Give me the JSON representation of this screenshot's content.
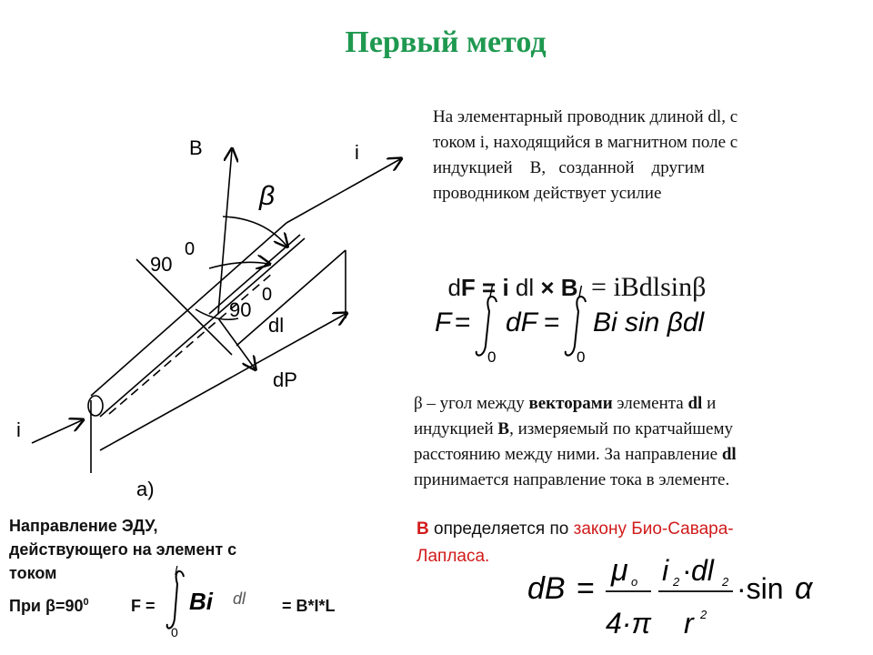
{
  "title": "Первый метод",
  "intro": {
    "line1": "На элементарный проводник длиной dl, с",
    "line2": "током  i, находящийся в магнитном поле с",
    "line3": "индукцией    В,   созданной    другим",
    "line4": "проводником действует усилие"
  },
  "formula1": {
    "d": "d",
    "F": "F",
    "eq1": " = ",
    "i": "i",
    "dl": " dl ",
    "cross": "×",
    "B": "B",
    "rhs": "= iBdlsinβ"
  },
  "formula2": {
    "F": "F",
    "dF": "dF",
    "integrand": "Bi sin βdl",
    "upper": "l",
    "lower": "0"
  },
  "beta_note": {
    "l1_pre": "β – угол между ",
    "l1_bold": "векторами",
    "l1_mid": " элемента ",
    "l1_dl": "dl",
    "l1_end": " и",
    "l2_pre": "индукцией ",
    "l2_B": "В",
    "l2_post": ", измеряемый по кратчайшему",
    "l3_pre": "расстоянию между ними. За направление ",
    "l3_dl": "dl",
    "l4": "принимается направление тока в элементе."
  },
  "biot": {
    "B": "В",
    "mid": " определяется по ",
    "law1": "закону Био-Савара-",
    "law2": "Лапласа."
  },
  "dB_formula": {
    "lhs": "dB",
    "eq": "=",
    "mu": "μ",
    "mu_sub": "o",
    "four": "4·π",
    "i": "i",
    "i_sub": "2",
    "dot": "·",
    "dl": "dl",
    "dl_sub": "2",
    "r": "r",
    "r_sup": "2",
    "sin": "·sin",
    "alpha": "α"
  },
  "bottom_left": {
    "l1": "Направление ЭДУ,",
    "l2": "действующего на элемент с",
    "l3": "током",
    "l4_pre": "При β=90",
    "l4_sup": "0",
    "F_eq": "F =",
    "integrand": "Bi",
    "dl": "dl",
    "upper": "l",
    "lower": "0",
    "result": "= B*I*L"
  },
  "diagram": {
    "B": "B",
    "i_top": "i",
    "beta": "β",
    "ninety1": "90",
    "ninety1_sup": "0",
    "ninety2": "90",
    "zero2": "0",
    "dl": "dl",
    "dP": "dP",
    "i_left": "i",
    "a": "a)"
  }
}
